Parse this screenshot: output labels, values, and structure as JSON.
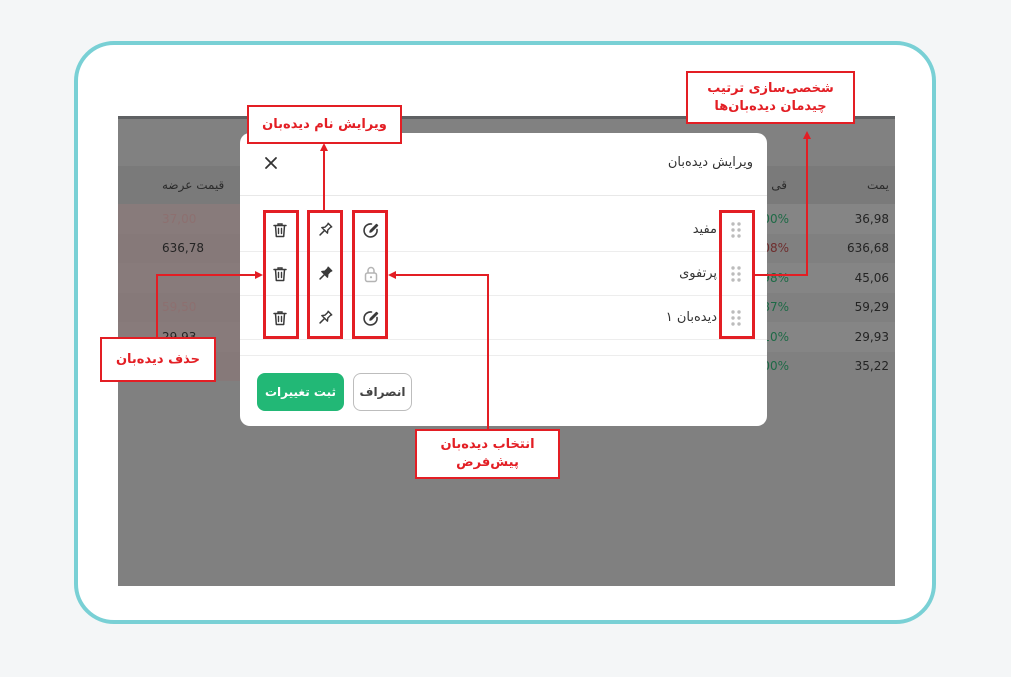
{
  "background_table": {
    "headers": {
      "right": "یمت",
      "middle": "قی",
      "left": "قیمت عرضه"
    },
    "rows": [
      {
        "right": "36,98",
        "pct": "00%",
        "left": "37,00",
        "pct_color": "green",
        "left_faded": true
      },
      {
        "right": "636,68",
        "pct": "08%",
        "left": "636,78",
        "pct_color": "red",
        "left_faded": false
      },
      {
        "right": "45,06",
        "pct": "98%",
        "left": "",
        "pct_color": "green",
        "left_faded": false
      },
      {
        "right": "59,29",
        "pct": "87%",
        "left": "59,50",
        "pct_color": "green",
        "left_faded": true
      },
      {
        "right": "29,93",
        "pct": "10%",
        "left": "29,93",
        "pct_color": "green",
        "left_faded": false
      },
      {
        "right": "35,22",
        "pct": "00%",
        "left": "",
        "pct_color": "green",
        "left_faded": false
      }
    ]
  },
  "modal": {
    "title": "ویرایش دیده‌بان",
    "watchlists": [
      {
        "name": "مفید",
        "pinned": false,
        "locked": false
      },
      {
        "name": "پرتفوی",
        "pinned": true,
        "locked": true
      },
      {
        "name": "دیده‌بان ۱",
        "pinned": false,
        "locked": false
      }
    ],
    "save_label": "ثبت تغییرات",
    "cancel_label": "انصراف"
  },
  "annotations": {
    "rename": "ویرایش نام دیده‌بان",
    "reorder_line1": "شخصی‌سازی ترتیب",
    "reorder_line2": "چیدمان دیده‌بان‌ها",
    "delete": "حذف دیده‌بان",
    "default_line1": "انتخاب دیده‌بان",
    "default_line2": "پیش‌فرض"
  },
  "colors": {
    "frame_border": "#79d0d5",
    "accent_green": "#22b876",
    "annotation_red": "#e31e24"
  }
}
